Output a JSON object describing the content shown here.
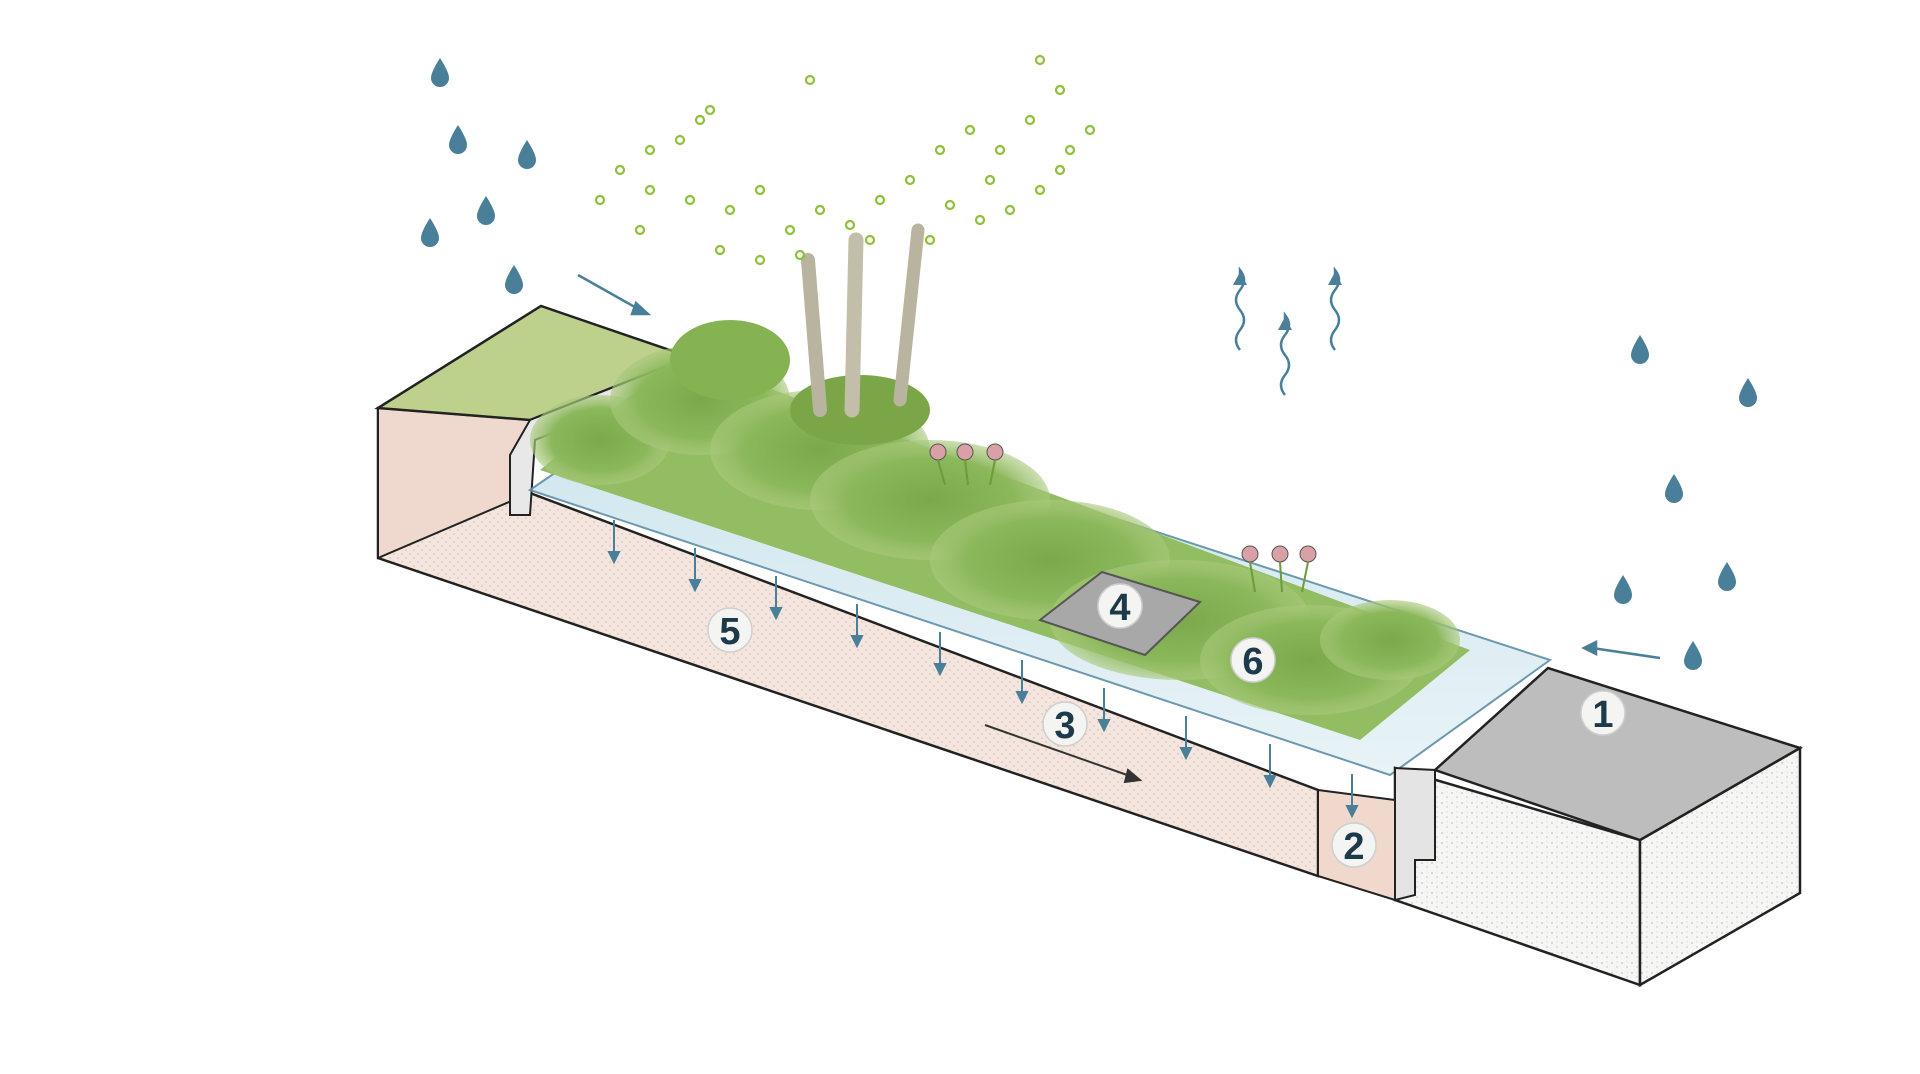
{
  "diagram": {
    "markers": [
      {
        "id": "1",
        "label": "1"
      },
      {
        "id": "2",
        "label": "2"
      },
      {
        "id": "3",
        "label": "3"
      },
      {
        "id": "4",
        "label": "4"
      },
      {
        "id": "5",
        "label": "5"
      },
      {
        "id": "6",
        "label": "6"
      }
    ],
    "colors": {
      "rain": "#4a7f99",
      "arrow": "#4a7f99",
      "soil": "#f1e3dc",
      "planting": "#7fae4a",
      "lawn": "#bcd08a",
      "pavement": "#bdbdbd",
      "outline": "#222222",
      "marker_text": "#1d3a4a"
    },
    "icons": [
      "raindrop-icon",
      "evaporation-arrow-icon",
      "infiltration-arrow-icon",
      "inflow-arrow-icon",
      "tree-icon",
      "flower-icon"
    ]
  }
}
